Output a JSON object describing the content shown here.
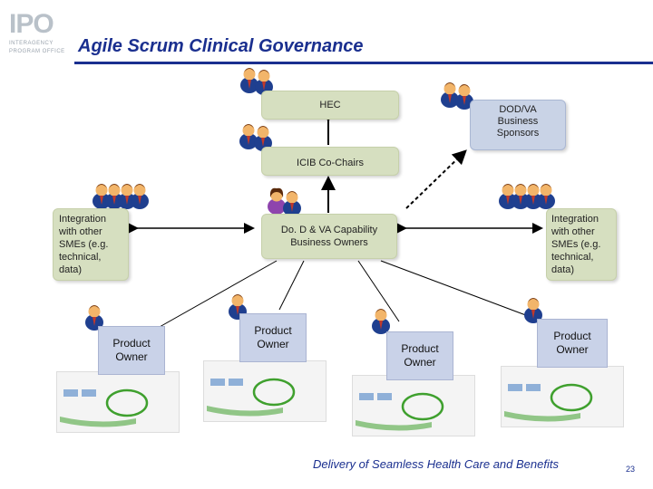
{
  "logo": {
    "word": "IPO",
    "line1": "INTERAGENCY",
    "line2": "PROGRAM OFFICE"
  },
  "title": "Agile Scrum Clinical Governance",
  "nodes": {
    "hec": "HEC",
    "dod_va_sponsors": [
      "DOD/VA",
      "Business",
      "Sponsors"
    ],
    "icib": "ICIB Co-Chairs",
    "capability_owners": [
      "Do. D & VA Capability",
      "Business Owners"
    ],
    "integration_left": [
      "Integration",
      "with other",
      "SMEs (e.g.",
      "technical,",
      "data)"
    ],
    "integration_right": [
      "Integration",
      "with other",
      "SMEs (e.g.",
      "technical,",
      "data)"
    ],
    "product_owners": [
      [
        "Product",
        "Owner"
      ],
      [
        "Product",
        "Owner"
      ],
      [
        "Product",
        "Owner"
      ],
      [
        "Product",
        "Owner"
      ]
    ]
  },
  "icons": {
    "people": "people-group-icon",
    "person": "person-icon",
    "scrum": "scrum-cycle-diagram"
  },
  "colors": {
    "title": "#1a2f8f",
    "green_box": "#d6dfc0",
    "blue_box": "#c9d3e6",
    "person_head": "#f2a63b",
    "person_body": "#1f3f8f",
    "cycle_green": "#3fa02e"
  },
  "footer": "Delivery of Seamless Health Care and Benefits",
  "page_number": "23"
}
